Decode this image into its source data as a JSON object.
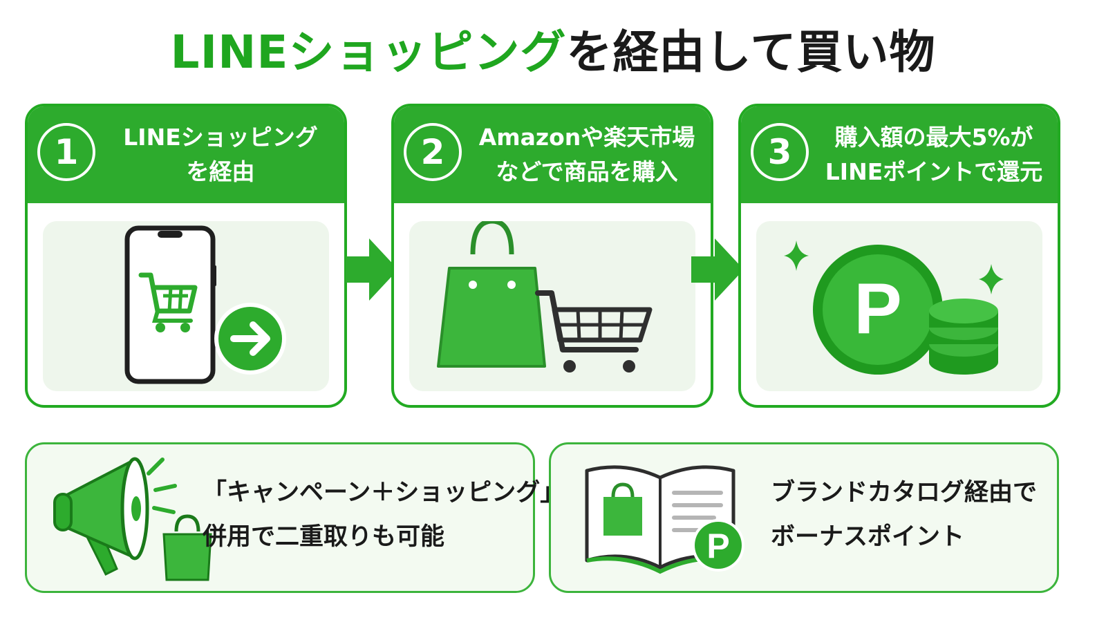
{
  "title": {
    "green": "LINEショッピング",
    "black": "を経由して買い物"
  },
  "steps": [
    {
      "number": "1",
      "line1": "LINEショッピング",
      "line2": "を経由"
    },
    {
      "number": "2",
      "line1": "Amazonや楽天市場",
      "line2": "などで商品を購入"
    },
    {
      "number": "3",
      "line1": "購入額の最大5%が",
      "line2": "LINEポイントで還元"
    }
  ],
  "points_icon_letter": "P",
  "tips": [
    {
      "line1": "「キャンペーン＋ショッピング」",
      "line2": "併用で二重取りも可能"
    },
    {
      "line1": "ブランドカタログ経由で",
      "line2": "ボーナスポイント"
    }
  ],
  "icons": [
    "smartphone-cart-icon",
    "arrow-right-circle-icon",
    "shopping-bag-icon",
    "shopping-cart-icon",
    "sparkle-icon",
    "point-coin-icon",
    "coin-stack-icon",
    "megaphone-icon",
    "catalog-book-icon"
  ],
  "colors": {
    "primary_green": "#2dab2d",
    "title_green": "#1fa61f",
    "panel_bg": "#eef6ec",
    "text_dark": "#1a1a1a"
  }
}
